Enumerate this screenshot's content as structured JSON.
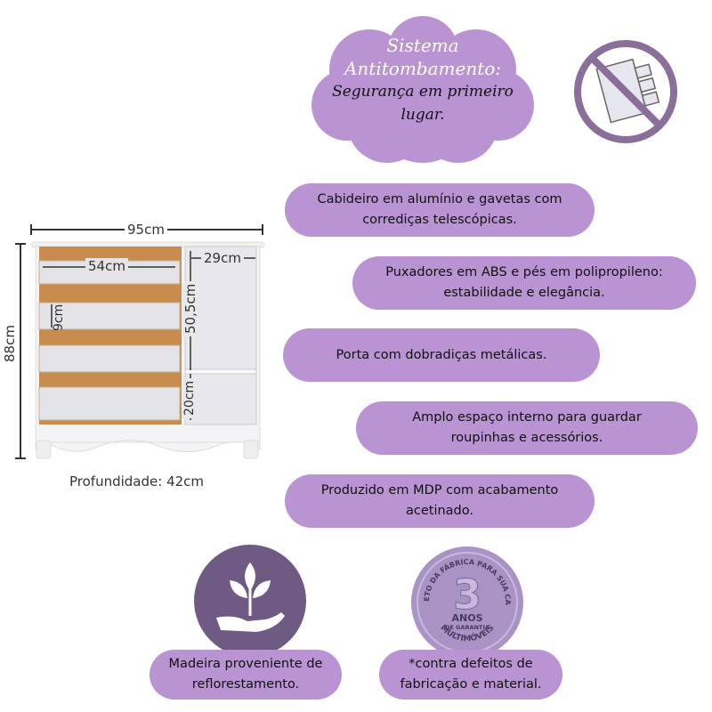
{
  "header": {
    "title_line1": "Sistema",
    "title_line2": "Antitombamento:",
    "subtitle_line1": "Segurança em primeiro",
    "subtitle_line2": "lugar.",
    "icon": "no-tipping-icon"
  },
  "dimensions": {
    "width": "95cm",
    "height": "88cm",
    "drawer_width": "54cm",
    "drawer_height": "9cm",
    "compartment_width": "29cm",
    "upper_compartment_height": "50,5cm",
    "lower_compartment_height": "20cm",
    "depth": "Profundidade: 42cm"
  },
  "features": [
    {
      "line1": "Cabideiro em alumínio e gavetas com",
      "line2": "corrediças telescópicas."
    },
    {
      "line1": "Puxadores em ABS e pés em polipropileno:",
      "line2": "estabilidade e elegância."
    },
    {
      "line1": "Porta com dobradiças metálicas.",
      "line2": ""
    },
    {
      "line1": "Amplo espaço interno para guardar",
      "line2": "roupinhas e acessórios."
    },
    {
      "line1": "Produzido em MDP com acabamento",
      "line2": "acetinado."
    }
  ],
  "badges": {
    "eco": {
      "icon": "leaf-hand-icon",
      "line1": "Madeira proveniente de",
      "line2": "reflorestamento."
    },
    "warranty": {
      "seal_top": "DIRETO DA FÁBRICA PARA SUA CASA",
      "seal_number": "3",
      "seal_anos": "ANOS",
      "seal_garantia": "DE GARANTIA",
      "seal_brand": "MULTIMÓVEIS",
      "line1": "*contra defeitos de",
      "line2": "fabricação e material."
    }
  },
  "colors": {
    "accent": "#b993d2",
    "dark_accent": "#6e5a82",
    "ring": "#8a6f9a"
  }
}
